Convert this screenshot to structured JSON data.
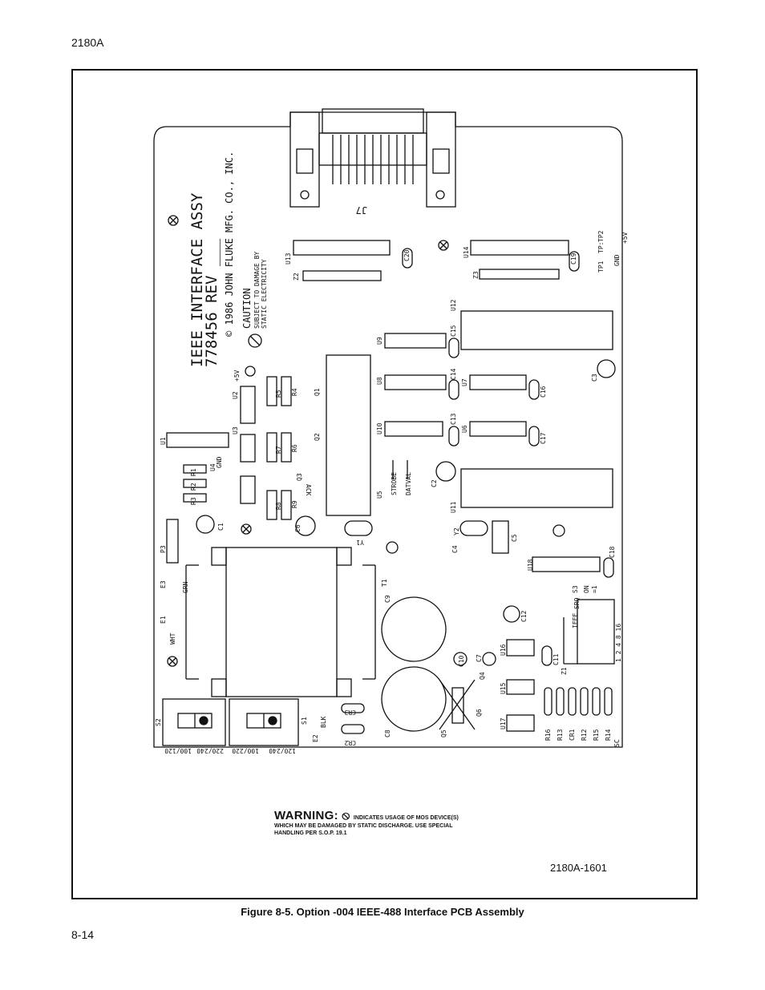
{
  "header": "2180A",
  "page_number": "8-14",
  "caption": "Figure 8-5. Option -004 IEEE-488 Interface PCB Assembly",
  "figure_id": "2180A-1601",
  "warning": {
    "title": "WARNING:",
    "line1": "INDICATES USAGE OF MOS DEVICE(S)",
    "line2": "WHICH MAY BE DAMAGED BY STATIC DISCHARGE. USE SPECIAL",
    "line3": "HANDLING PER S.O.P. 19.1"
  },
  "board": {
    "title1": "IEEE INTERFACE ASSY",
    "title2": "778456 REV ___",
    "copyright": "© 1986 JOHN FLUKE MFG. CO., INC.",
    "caution": "CAUTION",
    "caution_sub1": "SUBJECT TO DAMAGE BY",
    "caution_sub2": "STATIC ELECTRICITY",
    "connector": "J7",
    "v5": "+5V",
    "strobe": "STROBE",
    "datval": "DATVAL",
    "ack": "ACK",
    "gnd": "GND",
    "tp_label": "TP:",
    "tp2": "TP2",
    "tp_plus5": "+5V",
    "tp_gnd": "GND",
    "wht": "WHT",
    "grn": "GRN",
    "blk": "BLK",
    "sw_labels": [
      "100/120",
      "220/240",
      "100/220",
      "120/240"
    ],
    "ieee": "IEEE",
    "srq": "SRQ",
    "on": "ON",
    "on_eq": "=1",
    "dip_nums": "1 2 4 8 16",
    "sc": "SC",
    "components": {
      "u13": "U13",
      "u14": "U14",
      "u12": "U12",
      "u9": "U9",
      "u8": "U8",
      "u7": "U7",
      "u10": "U10",
      "u6": "U6",
      "u5": "U5",
      "u11": "U11",
      "u18": "U18",
      "u1": "U1",
      "u2": "U2",
      "u3": "U3",
      "u4": "U4",
      "u15": "U15",
      "u16": "U16",
      "u17": "U17",
      "z1": "Z1",
      "z2": "Z2",
      "z3": "Z3",
      "c1": "C1",
      "c2": "C2",
      "c3": "C3",
      "c4": "C4",
      "c5": "C5",
      "c6": "C6",
      "c7": "C7",
      "c8": "C8",
      "c9": "C9",
      "c10": "C10",
      "c11": "C11",
      "c12": "C12",
      "c13": "C13",
      "c14": "C14",
      "c15": "C15",
      "c16": "C16",
      "c17": "C17",
      "c18": "C18",
      "c19": "C19",
      "c20": "C20",
      "r1": "R1",
      "r2": "R2",
      "r3": "R3",
      "r4": "R4",
      "r5": "R5",
      "r6": "R6",
      "r7": "R7",
      "r8": "R8",
      "r9": "R9",
      "r12": "R12",
      "r13": "R13",
      "r14": "R14",
      "r15": "R15",
      "r16": "R16",
      "q1": "Q1",
      "q2": "Q2",
      "q3": "Q3",
      "q4": "Q4",
      "q5": "Q5",
      "q6": "Q6",
      "cr1": "CR1",
      "cr2": "CR2",
      "cr3": "CR3",
      "y1": "Y1",
      "y2": "Y2",
      "t1": "T1",
      "p3": "P3",
      "e1": "E1",
      "e2": "E2",
      "e3": "E3",
      "s1": "S1",
      "s2": "S2",
      "s3": "S3",
      "tp1": "TP1"
    }
  }
}
